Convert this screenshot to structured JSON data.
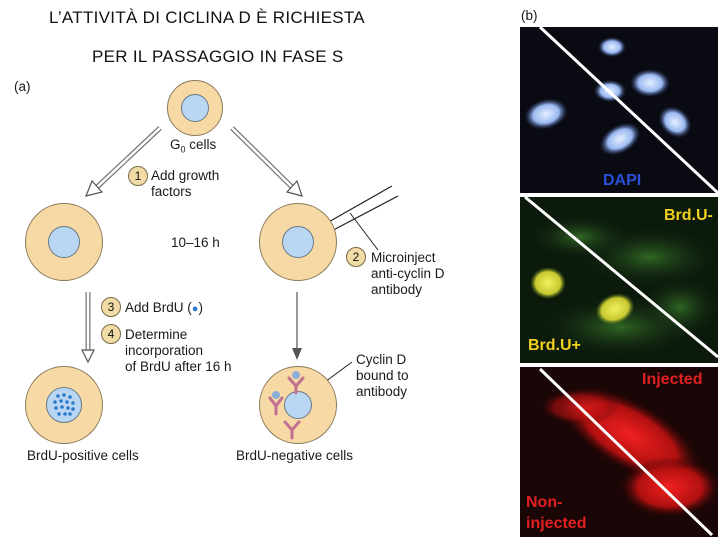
{
  "header": {
    "title_line1": "L’ATTIVITÀ DI CICLINA D È RICHIESTA",
    "title_line2": "PER IL PASSAGGIO IN FASE S"
  },
  "panel_a": {
    "label": "(a)",
    "g0_label": "G",
    "g0_sub": "0",
    "g0_suffix": " cells",
    "steps": [
      {
        "num": "1",
        "lines": [
          "Add growth",
          "factors"
        ]
      },
      {
        "num": "2",
        "lines": [
          "Microinject",
          "anti-cyclin D",
          "antibody"
        ]
      },
      {
        "num": "3",
        "lines": [
          "Add BrdU ("
        ]
      },
      {
        "num": "4",
        "lines": [
          "Determine",
          "incorporation",
          "of BrdU after 16 h"
        ]
      }
    ],
    "step3_close": ")",
    "time_label": "10–16 h",
    "cyclin_lines": [
      "Cyclin D",
      "bound to",
      "antibody"
    ],
    "result_left": "BrdU-positive cells",
    "result_right": "BrdU-negative cells"
  },
  "panel_b": {
    "label": "(b)",
    "dapi_label": "DAPI",
    "brdu_minus_label": "Brd.U-",
    "brdu_plus_label": "Brd.U+",
    "injected_label": "Injected",
    "non_injected_lines": [
      "Non-",
      "injected"
    ],
    "colors": {
      "dapi_text": "#2a50d8",
      "brdu_text": "#f2d020",
      "injected_text": "#e02020"
    }
  }
}
